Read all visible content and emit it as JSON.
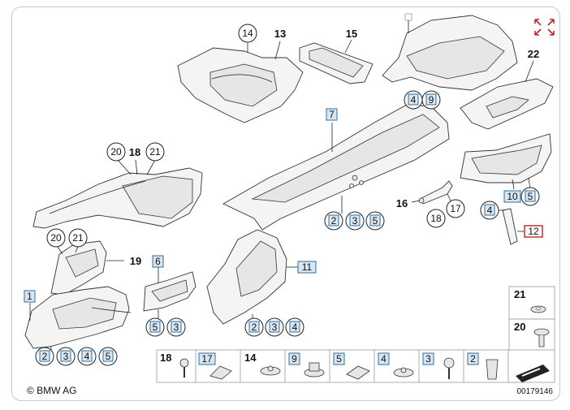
{
  "copyright": "© BMW AG",
  "image_number": "00179146",
  "expand_icon": "expand-arrows-icon",
  "callouts": {
    "c14": "14",
    "c13": "13",
    "c15": "15",
    "c22": "22",
    "c7": "7",
    "c4a": "4",
    "c9": "9",
    "c20a": "20",
    "c18a": "18",
    "c21a": "21",
    "c20b": "20",
    "c21b": "21",
    "c19": "19",
    "c6": "6",
    "c11": "11",
    "c1": "1",
    "c16": "16",
    "c17": "17",
    "c18b": "18",
    "c4b": "4",
    "c12": "12",
    "c10": "10",
    "c5a": "5",
    "c2a": "2",
    "c3a": "3",
    "c5b": "5",
    "c5c": "5",
    "c3b": "3",
    "c2b": "2",
    "c3c": "3",
    "c4c": "4",
    "c2c": "2",
    "c3d": "3",
    "c4d": "4",
    "c5d": "5"
  },
  "legend": {
    "side": [
      {
        "num": "21",
        "kind": "circle"
      },
      {
        "num": "20",
        "kind": "circle"
      }
    ],
    "bottom": [
      {
        "num": "18",
        "kind": "circle"
      },
      {
        "num": "17",
        "kind": "square"
      },
      {
        "num": "14",
        "kind": "circle"
      },
      {
        "num": "9",
        "kind": "square"
      },
      {
        "num": "5",
        "kind": "square"
      },
      {
        "num": "4",
        "kind": "square"
      },
      {
        "num": "3",
        "kind": "square"
      },
      {
        "num": "2",
        "kind": "square"
      }
    ]
  }
}
